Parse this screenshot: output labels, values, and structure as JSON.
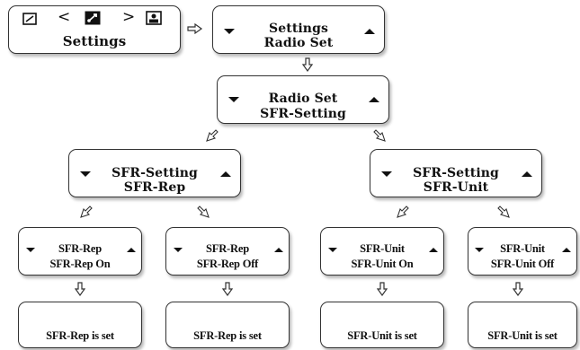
{
  "nav_screen": {
    "label": "Settings",
    "icons": [
      "clock-icon",
      "chevron-left-icon",
      "settings-icon",
      "chevron-right-icon",
      "picture-icon"
    ],
    "left_glyph": "<",
    "right_glyph": ">"
  },
  "settings_menu": {
    "line1": "Settings",
    "line2": "Radio Set"
  },
  "radio_set_menu": {
    "line1": "Radio Set",
    "line2": "SFR-Setting"
  },
  "sfr_rep_menu": {
    "line1": "SFR-Setting",
    "line2": "SFR-Rep"
  },
  "sfr_unit_menu": {
    "line1": "SFR-Setting",
    "line2": "SFR-Unit"
  },
  "rep_on": {
    "line1": "SFR-Rep",
    "line2": "SFR-Rep On"
  },
  "rep_off": {
    "line1": "SFR-Rep",
    "line2": "SFR-Rep Off"
  },
  "unit_on": {
    "line1": "SFR-Unit",
    "line2": "SFR-Unit On"
  },
  "unit_off": {
    "line1": "SFR-Unit",
    "line2": "SFR-Unit Off"
  },
  "results": {
    "rep_on": "SFR-Rep is set",
    "rep_off": "SFR-Rep is set",
    "unit_on": "SFR-Unit is set",
    "unit_off": "SFR-Unit is set"
  },
  "arrow_icons": [
    "arrow-right-icon",
    "arrow-down-icon",
    "arrow-down-left-icon",
    "arrow-down-right-icon"
  ]
}
